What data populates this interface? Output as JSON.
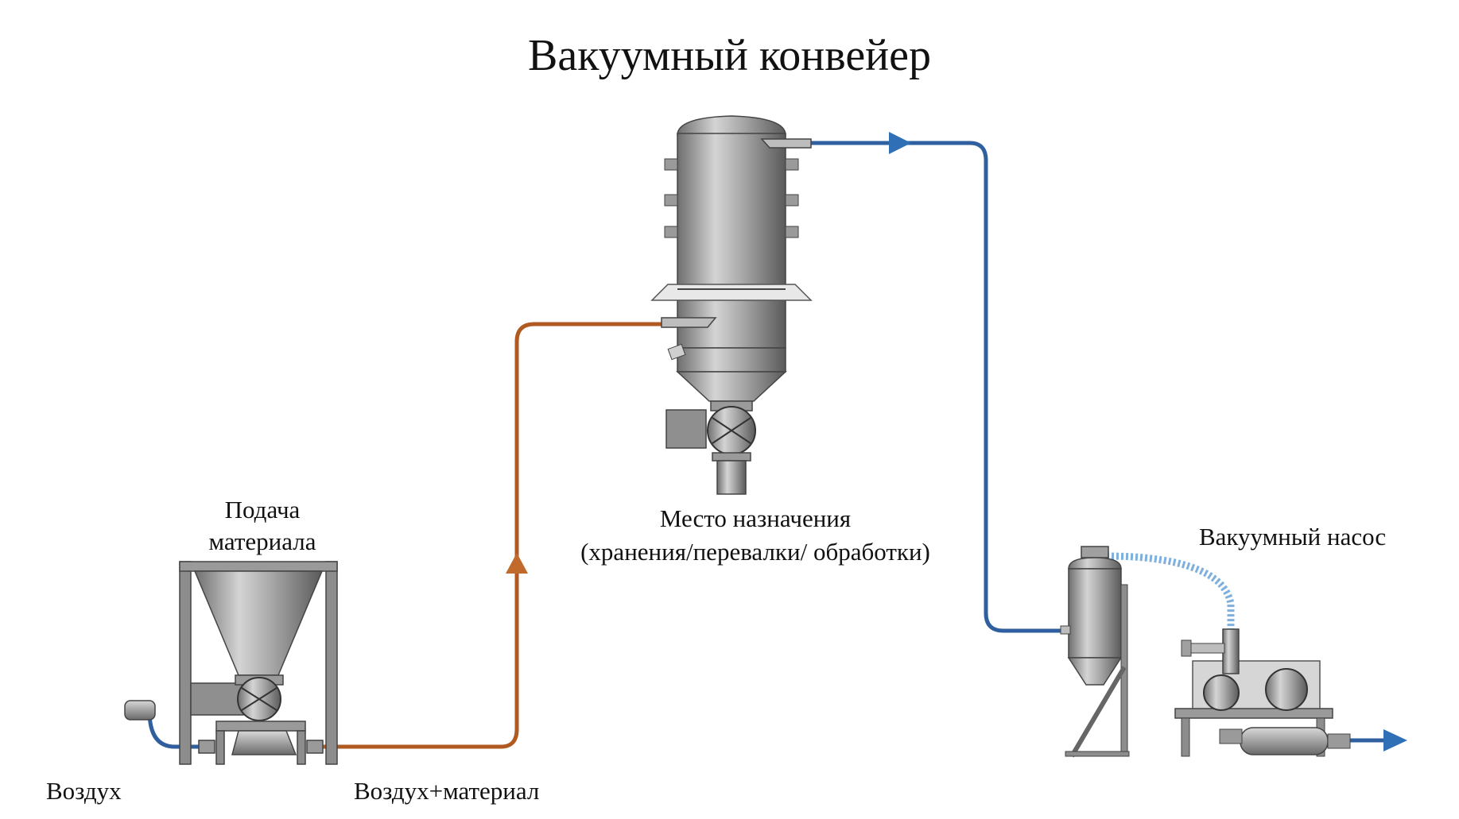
{
  "title": "Вакуумный конвейер",
  "labels": {
    "feed_line1": "Подача",
    "feed_line2": "материала",
    "destination_line1": "Место назначения",
    "destination_line2": "(хранения/перевалки/ обработки)",
    "vacuum_pump": "Вакуумный насос",
    "air": "Воздух",
    "air_material": "Воздух+материал"
  },
  "colors": {
    "air_line": "#2f5f9e",
    "material_line": "#b05a22",
    "flow_arrow": "#2f6fb5",
    "material_arrow": "#c06a2c",
    "equipment": "#8a8a8a"
  }
}
